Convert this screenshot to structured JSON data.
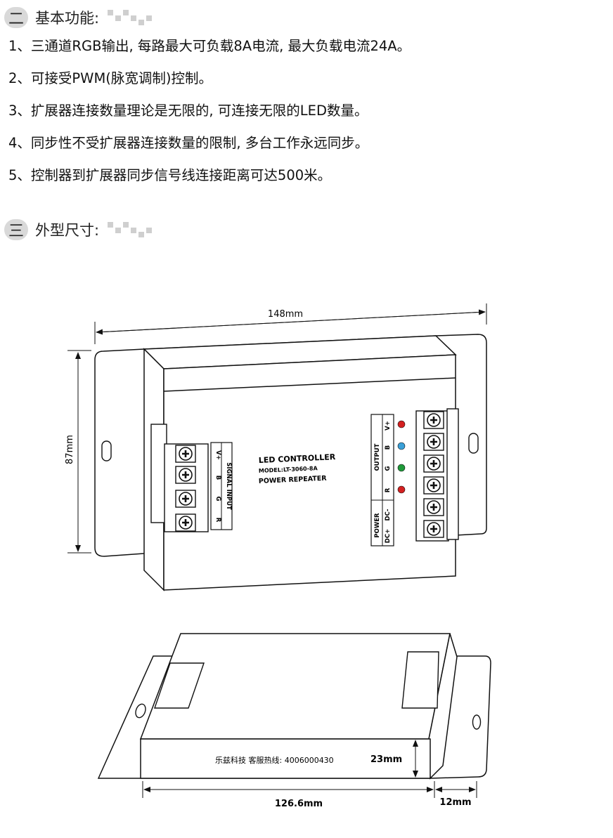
{
  "sections": [
    {
      "num": "二",
      "title": "基本功能:"
    },
    {
      "num": "三",
      "title": "外型尺寸:"
    }
  ],
  "features": [
    "1、三通道RGB输出, 每路最大可负载8A电流, 最大负载电流24A。",
    "2、可接受PWM(脉宽调制)控制。",
    "3、扩展器连接数量理论是无限的, 可连接无限的LED数量。",
    "4、同步性不受扩展器连接数量的限制, 多台工作永远同步。",
    "5、控制器到扩展器同步信号线连接距离可达500米。"
  ],
  "dimensions": {
    "width_top": "148mm",
    "height_side": "87mm",
    "depth": "23mm",
    "length_bottom": "126.6mm",
    "flange": "12mm"
  },
  "device": {
    "label_title": "LED CONTROLLER",
    "label_model": "MODEL:LT-3060-8A",
    "label_sub": "POWER REPEATER",
    "signal_input": "SIGNAL INPUT",
    "signal_pins": [
      "V+",
      "B",
      "G",
      "R"
    ],
    "output": "OUTPUT",
    "output_pins": [
      "V+",
      "B",
      "G",
      "R"
    ],
    "power": "POWER",
    "power_pins": [
      "DC-",
      "DC+"
    ],
    "led_colors": [
      "#d42020",
      "#3aa0d8",
      "#1f9a3a",
      "#d42020"
    ]
  },
  "bottom_label": "乐兹科技 客服热线: 4006000430"
}
